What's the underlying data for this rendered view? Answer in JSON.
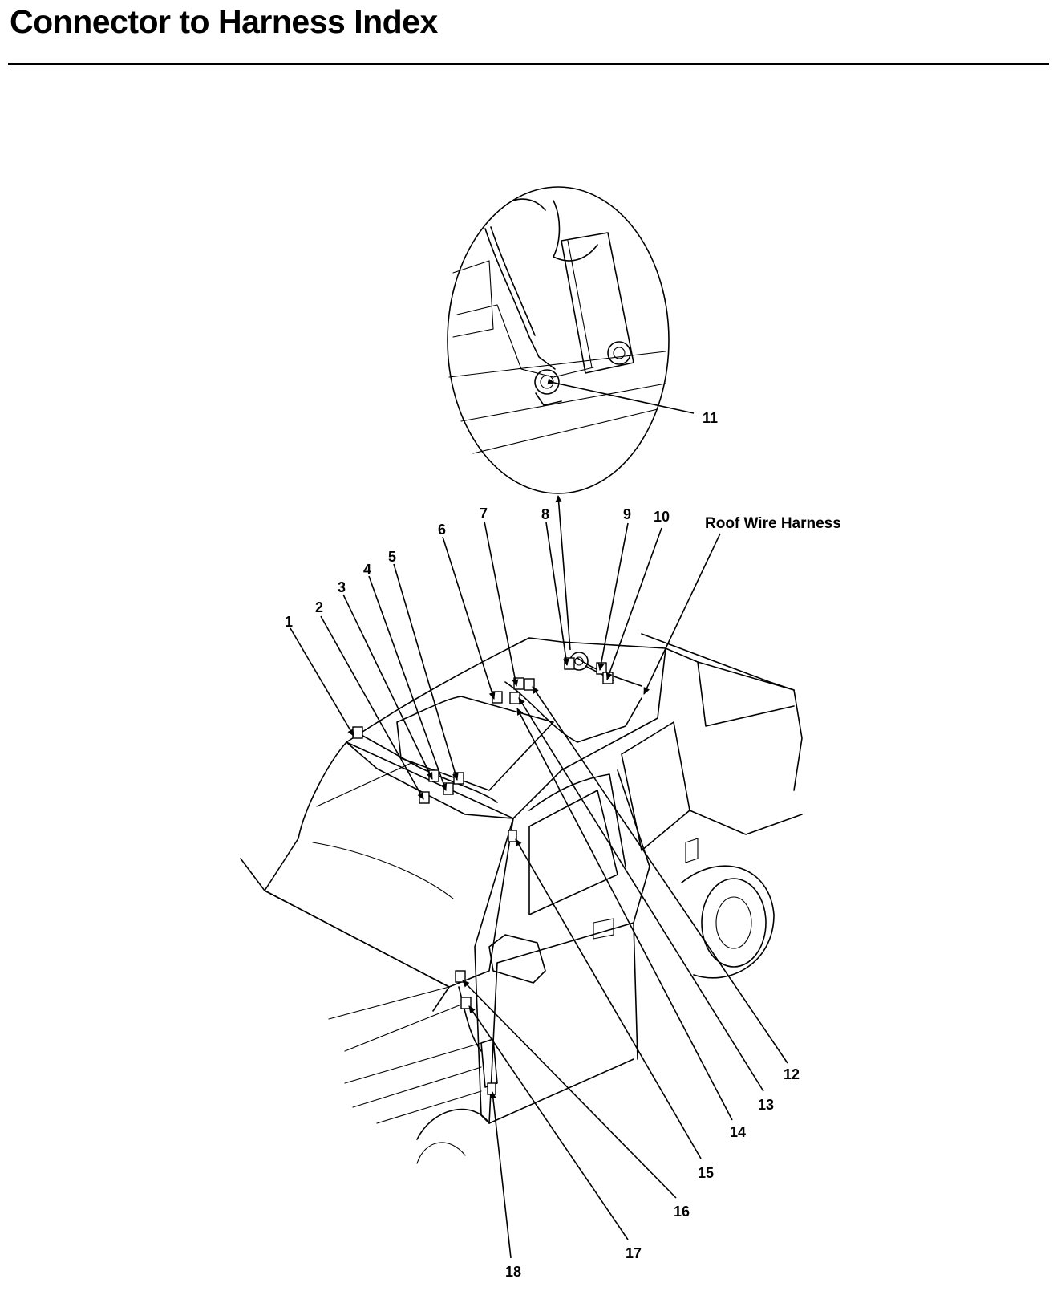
{
  "page": {
    "title": "Connector to Harness Index"
  },
  "diagram": {
    "harness_label": "Roof Wire Harness",
    "callouts": [
      "1",
      "2",
      "3",
      "4",
      "5",
      "6",
      "7",
      "8",
      "9",
      "10",
      "11",
      "12",
      "13",
      "14",
      "15",
      "16",
      "17",
      "18"
    ]
  },
  "colors": {
    "ink": "#000000",
    "paper": "#ffffff"
  }
}
